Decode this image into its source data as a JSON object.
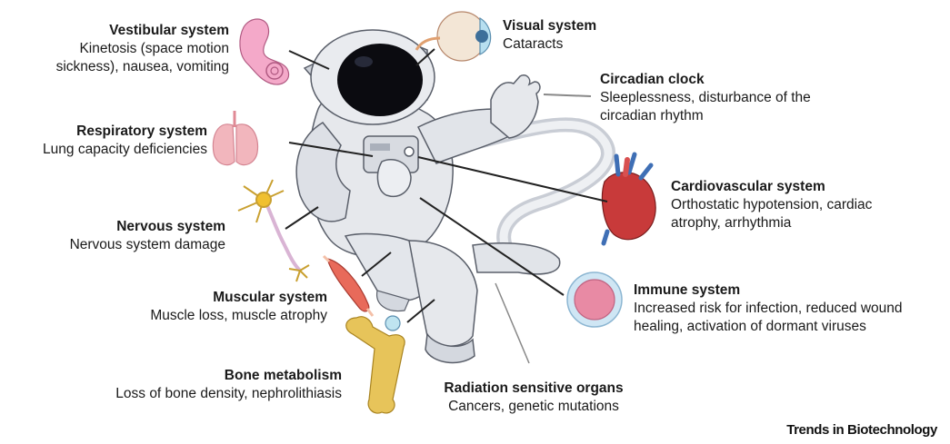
{
  "labels": {
    "vestibular": {
      "title": "Vestibular system",
      "desc": "Kinetosis (space motion sickness), nausea, vomiting"
    },
    "visual": {
      "title": "Visual system",
      "desc": "Cataracts"
    },
    "circadian": {
      "title": "Circadian clock",
      "desc": "Sleeplessness, disturbance of the circadian rhythm"
    },
    "respiratory": {
      "title": "Respiratory system",
      "desc": "Lung capacity deficiencies"
    },
    "cardiovascular": {
      "title": "Cardiovascular system",
      "desc": "Orthostatic hypotension, cardiac atrophy, arrhythmia"
    },
    "nervous": {
      "title": "Nervous system",
      "desc": "Nervous system damage"
    },
    "muscular": {
      "title": "Muscular system",
      "desc": "Muscle loss, muscle atrophy"
    },
    "immune": {
      "title": "Immune system",
      "desc": "Increased risk for infection, reduced wound healing, activation of dormant viruses"
    },
    "bone": {
      "title": "Bone metabolism",
      "desc": "Loss of bone density, nephrolithiasis"
    },
    "radiation": {
      "title": "Radiation sensitive organs",
      "desc": "Cancers, genetic mutations"
    }
  },
  "journal": "Trends in Biotechnology",
  "colors": {
    "suit": "#e6e8ec",
    "suit_shadow": "#b9bec8",
    "outline": "#5a5f6a",
    "visor": "#0b0b10",
    "heart": "#c83a3a",
    "lung": "#f2b6bd",
    "bone": "#e7c45a",
    "ear": "#f4a9c9",
    "neuron": "#f0c030",
    "cell": "#e88aa4"
  }
}
